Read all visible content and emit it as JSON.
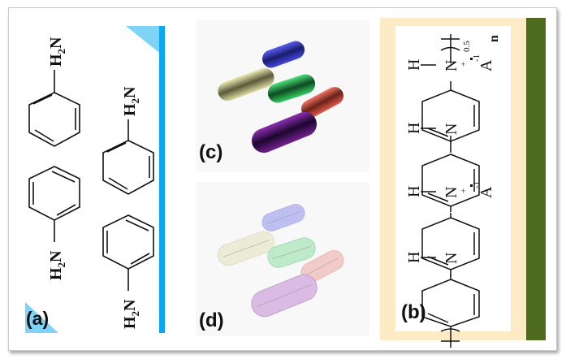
{
  "figure": {
    "panels": [
      {
        "id": "a",
        "label": "(a)",
        "description": "Four aniline monomers",
        "molecule_labels": [
          "H2N",
          "H2N",
          "H2N",
          "H2N"
        ]
      },
      {
        "id": "b",
        "label": "(b)",
        "description": "Polyaniline emeraldine salt repeat unit",
        "atoms": {
          "h": "H",
          "n": "N",
          "plus": "+",
          "anion": "A",
          "anion_charge": "-1",
          "subscript": "0.5",
          "repeat": "n"
        }
      },
      {
        "id": "c",
        "label": "(c)",
        "description": "3D rendered solid tubes"
      },
      {
        "id": "d",
        "label": "(d)",
        "description": "3D rendered transparent tubes"
      }
    ],
    "tube_colors": {
      "blue": "#3a3fd0",
      "yellow": "#d9d99a",
      "green": "#2fc45a",
      "red": "#d9574a",
      "purple": "#6a1a8c"
    },
    "accent_colors": {
      "panel_a_bar": "#0aa8f0",
      "panel_a_triangle": "#7fd3f7",
      "panel_b_frame": "#fcebc4",
      "panel_b_bar": "#4e6a1e"
    },
    "chem_text": {
      "h2": "H",
      "sub2": "2",
      "n": "N"
    }
  }
}
